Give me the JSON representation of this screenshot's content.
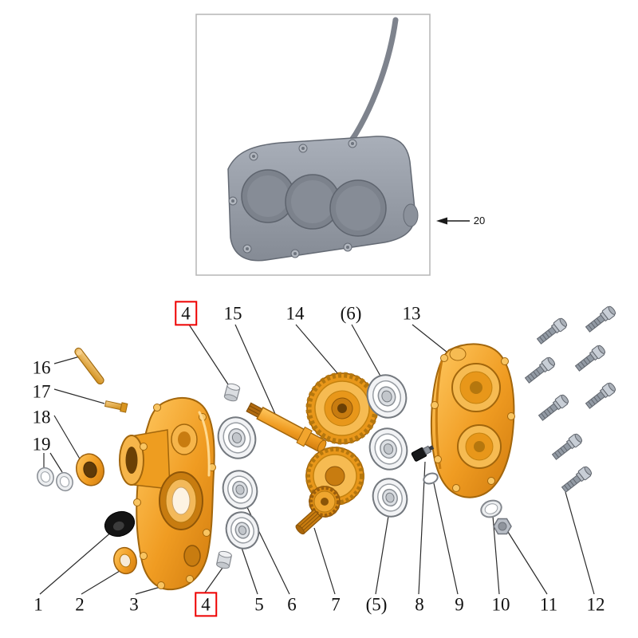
{
  "diagram": {
    "inset": {
      "label": "20"
    },
    "labels_top": [
      {
        "text": "4",
        "boxed": true
      },
      {
        "text": "15",
        "boxed": false
      },
      {
        "text": "14",
        "boxed": false
      },
      {
        "text": "(6)",
        "boxed": false
      },
      {
        "text": "13",
        "boxed": false
      }
    ],
    "labels_left": [
      {
        "text": "16"
      },
      {
        "text": "17"
      },
      {
        "text": "18"
      },
      {
        "text": "19"
      }
    ],
    "labels_bottom": [
      {
        "text": "1"
      },
      {
        "text": "2"
      },
      {
        "text": "3"
      },
      {
        "text": "4",
        "boxed": true
      },
      {
        "text": "5"
      },
      {
        "text": "6"
      },
      {
        "text": "7"
      },
      {
        "text": "(5)"
      },
      {
        "text": "8"
      },
      {
        "text": "9"
      },
      {
        "text": "10"
      },
      {
        "text": "11"
      },
      {
        "text": "12"
      }
    ],
    "colors": {
      "part_orange": "#f09c22",
      "part_gold": "#d8941f",
      "housing_gray": "#949aa5",
      "metal_silver": "#d8dbe0",
      "callout_red": "#ee0000",
      "line": "#2b2b2b"
    }
  }
}
